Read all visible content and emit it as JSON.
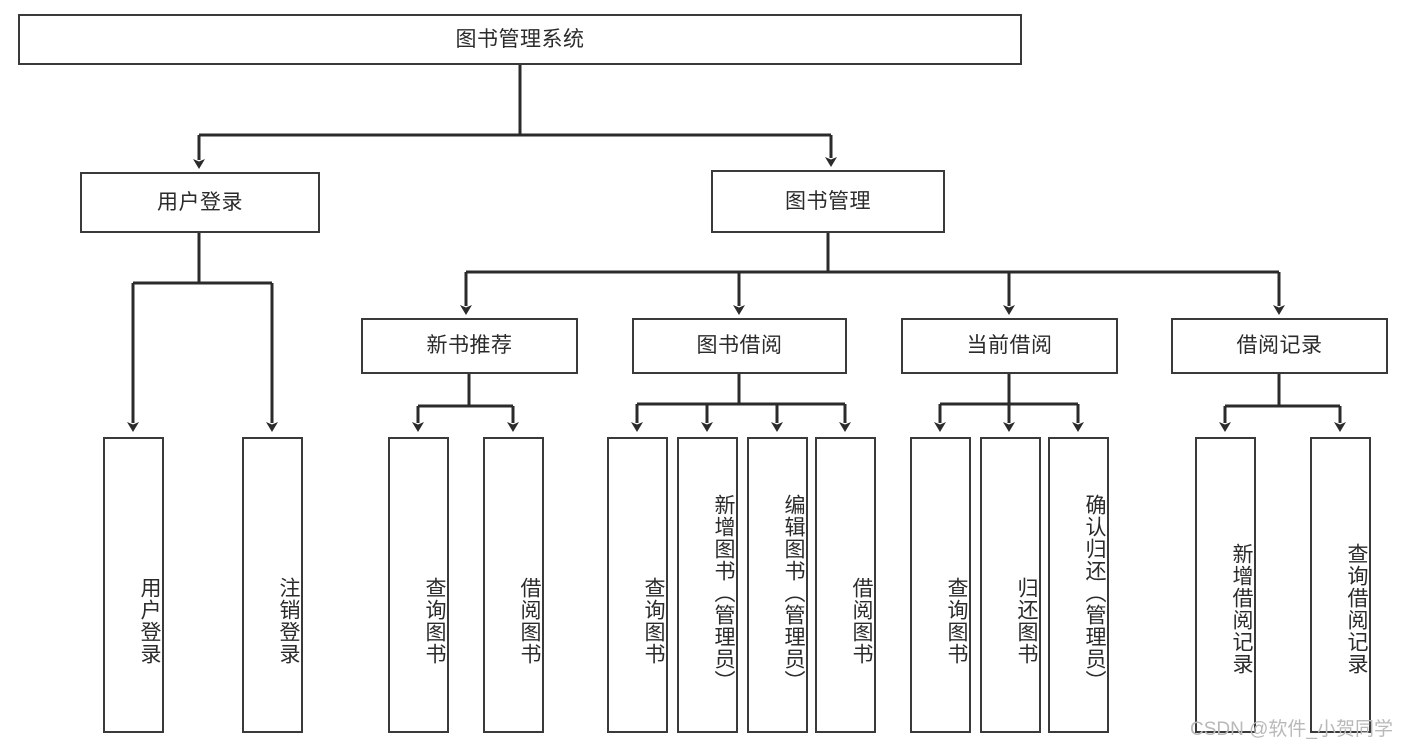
{
  "diagram": {
    "title_node": {
      "label": "图书管理系统"
    },
    "level2": [
      {
        "id": "user-login",
        "label": "用户登录"
      },
      {
        "id": "book-management",
        "label": "图书管理"
      }
    ],
    "level3": [
      {
        "id": "new-book-recommend",
        "label": "新书推荐"
      },
      {
        "id": "book-borrow",
        "label": "图书借阅"
      },
      {
        "id": "current-borrow",
        "label": "当前借阅"
      },
      {
        "id": "borrow-record",
        "label": "借阅记录"
      }
    ],
    "leaves": [
      {
        "id": "leaf-user-login",
        "label": "用户登录"
      },
      {
        "id": "leaf-logout-login",
        "label": "注销登录"
      },
      {
        "id": "leaf-query-book-1",
        "label": "查询图书"
      },
      {
        "id": "leaf-borrow-book-1",
        "label": "借阅图书"
      },
      {
        "id": "leaf-query-book-2",
        "label": "查询图书"
      },
      {
        "id": "leaf-add-book-admin",
        "label": "新增图书（管理员）"
      },
      {
        "id": "leaf-edit-book-admin",
        "label": "编辑图书（管理员）"
      },
      {
        "id": "leaf-borrow-book-2",
        "label": "借阅图书"
      },
      {
        "id": "leaf-query-book-3",
        "label": "查询图书"
      },
      {
        "id": "leaf-return-book",
        "label": "归还图书"
      },
      {
        "id": "leaf-confirm-return-admin",
        "label": "确认归还（管理员）"
      },
      {
        "id": "leaf-add-borrow-record",
        "label": "新增借阅记录"
      },
      {
        "id": "leaf-query-borrow-record",
        "label": "查询借阅记录"
      }
    ]
  },
  "watermark": {
    "text": "CSDN @软件_小贺同学"
  }
}
